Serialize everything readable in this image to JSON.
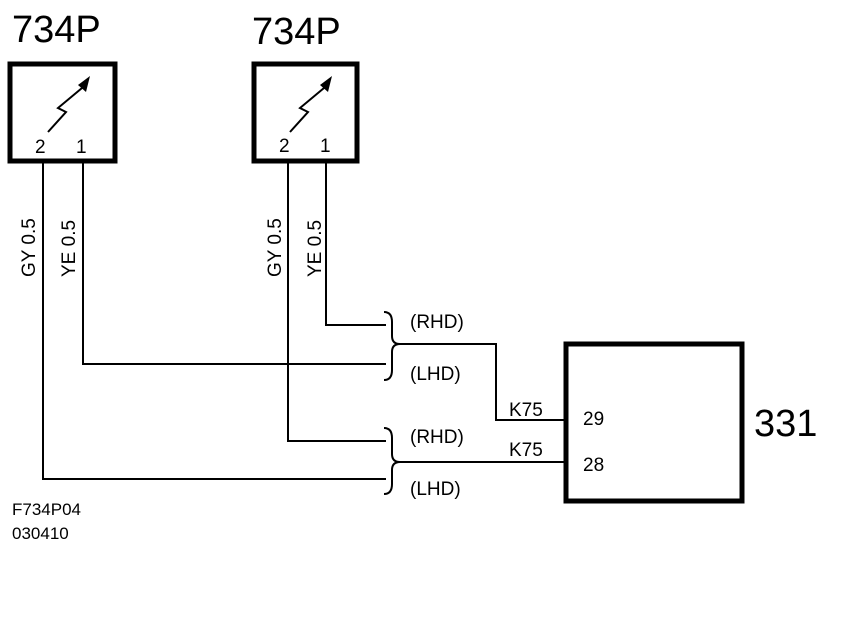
{
  "components": {
    "sensor_left": {
      "id": "734P",
      "pin_a": "2",
      "pin_b": "1"
    },
    "sensor_right": {
      "id": "734P",
      "pin_a": "2",
      "pin_b": "1"
    },
    "module": {
      "id": "331",
      "pin_top": "29",
      "pin_bottom": "28"
    }
  },
  "wires": {
    "left_gy": "GY  0.5",
    "left_ye": "YE  0.5",
    "right_gy": "GY  0.5",
    "right_ye": "YE  0.5"
  },
  "variants": {
    "rhd_top": "(RHD)",
    "lhd_top": "(LHD)",
    "rhd_bottom": "(RHD)",
    "lhd_bottom": "(LHD)"
  },
  "connectors": {
    "top": "K75",
    "bottom": "K75"
  },
  "footer": {
    "figure_code": "F734P04",
    "date_code": "030410"
  }
}
